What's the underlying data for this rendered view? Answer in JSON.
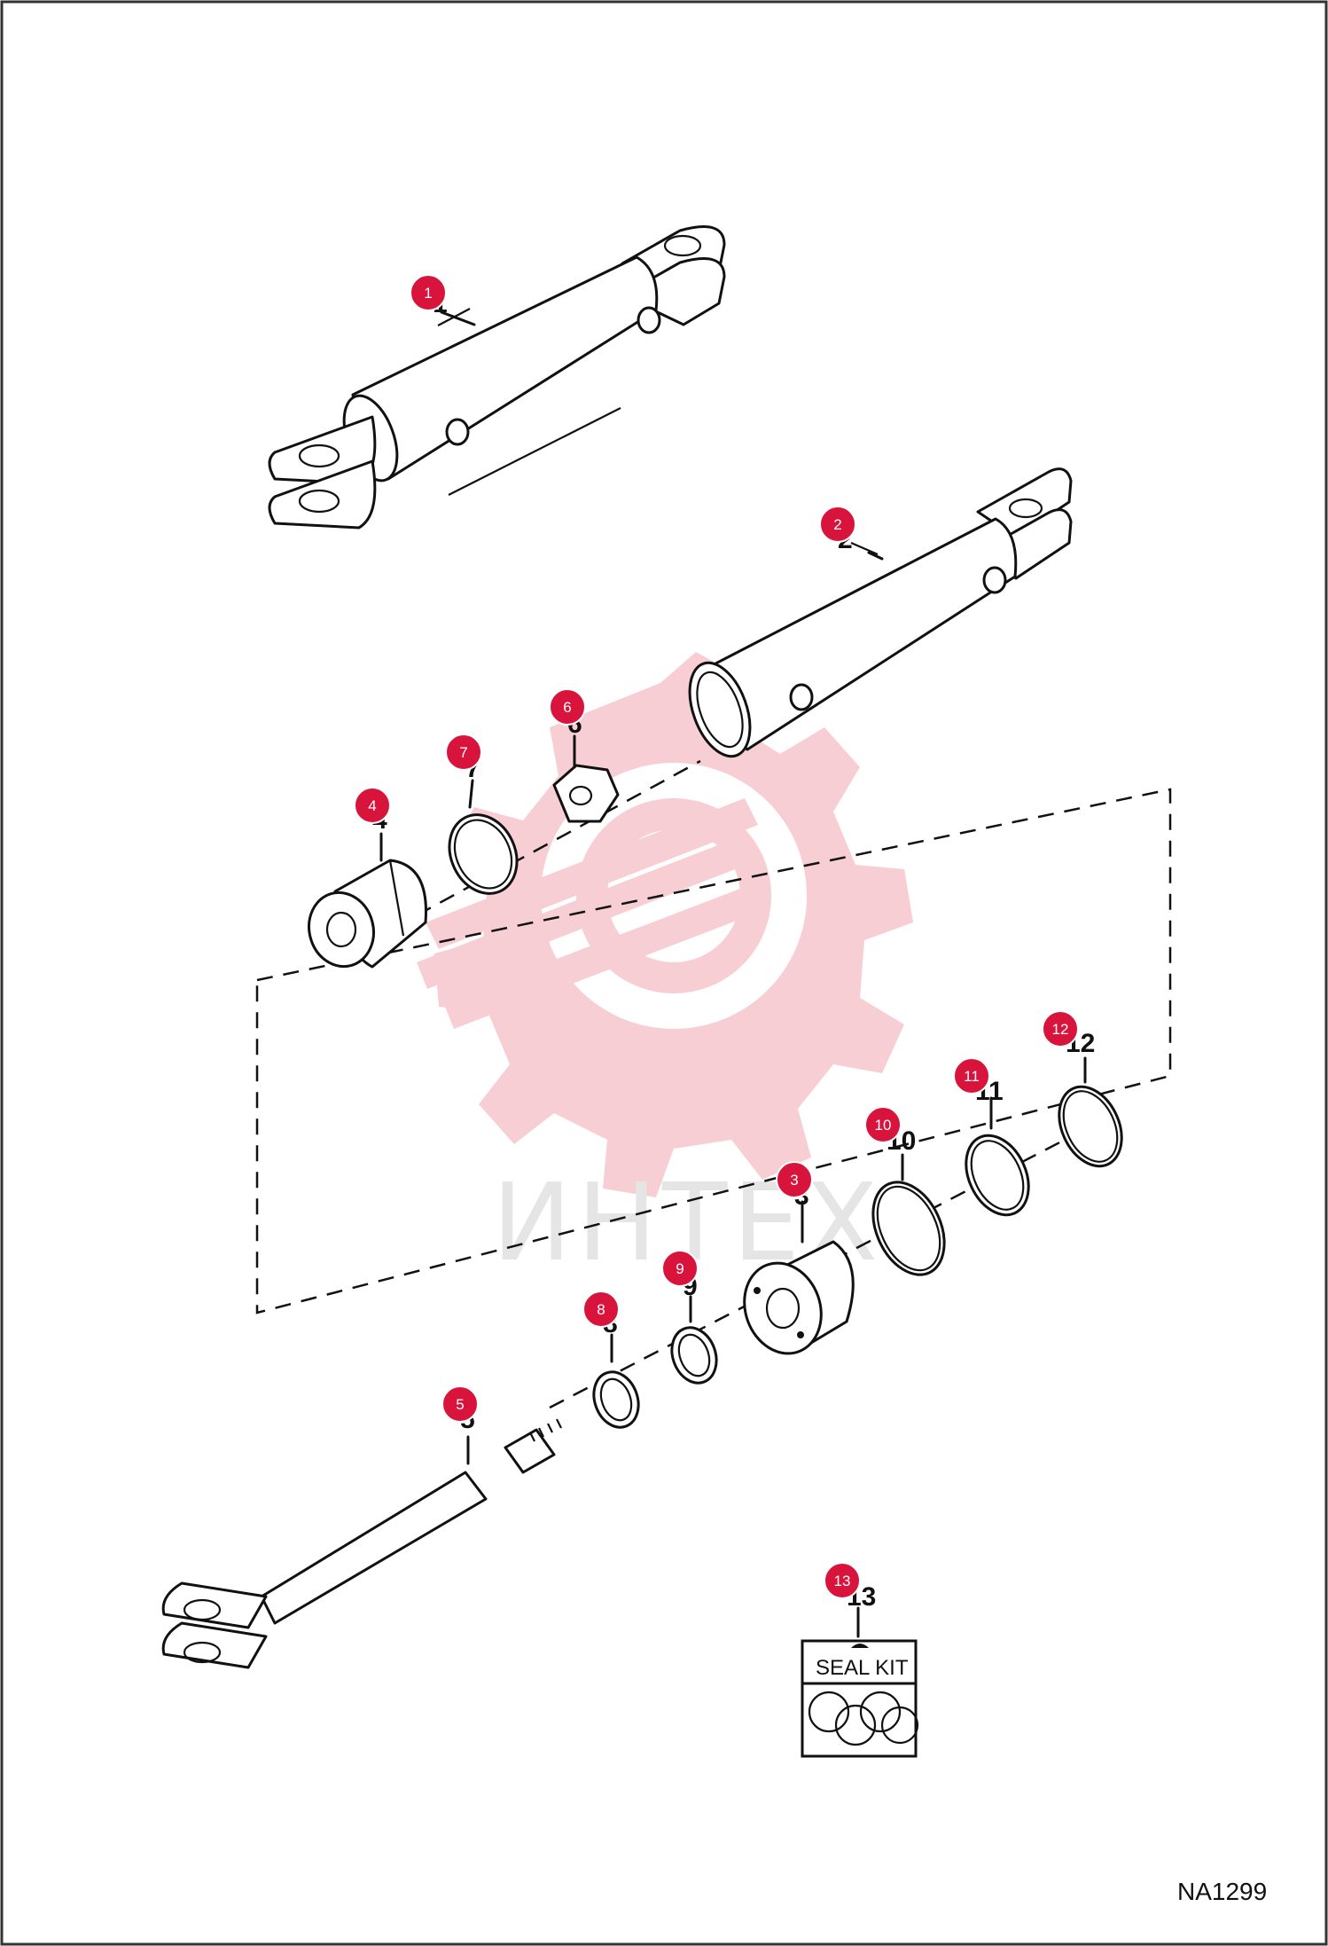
{
  "drawing_code": "NA1299",
  "watermark_text": "ИНТЕХ",
  "seal_kit_label": "SEAL KIT",
  "callouts": [
    {
      "id": "1",
      "label": "1"
    },
    {
      "id": "2",
      "label": "2"
    },
    {
      "id": "3",
      "label": "3"
    },
    {
      "id": "4",
      "label": "4"
    },
    {
      "id": "5",
      "label": "5"
    },
    {
      "id": "6",
      "label": "6"
    },
    {
      "id": "7",
      "label": "7"
    },
    {
      "id": "8",
      "label": "8"
    },
    {
      "id": "9",
      "label": "9"
    },
    {
      "id": "10",
      "label": "10"
    },
    {
      "id": "11",
      "label": "11"
    },
    {
      "id": "12",
      "label": "12"
    },
    {
      "id": "13",
      "label": "13"
    }
  ],
  "colors": {
    "badge": "#d9143c",
    "line": "#111111",
    "watermark": "#f7c9cf"
  }
}
